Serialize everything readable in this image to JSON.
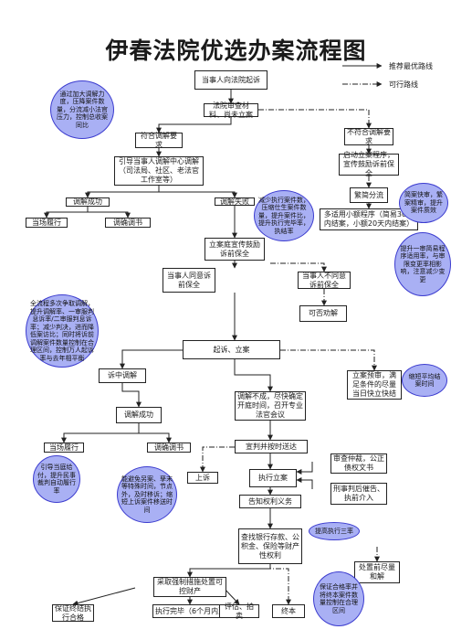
{
  "title": "伊春法院优选办案流程图",
  "legend": {
    "recommended": "推荐最优路线",
    "feasible": "可行路线"
  },
  "nodes": {
    "start": "当事人向法院起诉",
    "review": "法院审查材料、尚未立案",
    "eligible": "符合调解要求",
    "ineligible": "不符合调解要求",
    "guide_mediation": "引导当事人调解中心调解（司法局、社区、老法官工作室等）",
    "start_filing": "启动立案程序，宣传鼓励诉前保全",
    "mediation_success_1": "调解成功",
    "mediation_fail_1": "调解失败",
    "simple_split": "繁简分流",
    "small_claims": "多适用小额程序（简易30天内结案，小额20天内结案）",
    "on_site_1": "当场履行",
    "issue_doc_1": "调确调书",
    "file_promote": "立案庭宣传鼓励诉前保全",
    "party_agree": "当事人同意诉前保全",
    "party_disagree": "当事人不同意诉前保全",
    "may_persuade": "可否劝解",
    "sue_file": "起诉、立案",
    "in_mediation": "诉中调解",
    "file_warn": "立案预审，满足条件的尽量当日快立快结",
    "mediation_success_2": "调解成功",
    "mediation_fail_2": "调解不成，尽快确定开庭时间，召开专业法官会议",
    "on_site_2": "当场履行",
    "issue_doc_2": "调确调书",
    "deliver": "宣判并按时送达",
    "appeal": "上诉",
    "review_enforce": "审查仲裁，公正债权文书",
    "enforce_file": "执行立案",
    "criminal_fine": "刑事判后催告、执前介入",
    "notice_duty": "告知权利义务",
    "search_assets": "查找银行存款、公积金、保险等财产性权利",
    "compulsory": "采取强制措施处置可控财产",
    "dispose": "处置前尽量和解",
    "guarantee": "保证终结执行合格",
    "done_6m": "执行完毕（6个月内）",
    "evaluate": "评估、拍卖",
    "terminate": "终本"
  },
  "notes": {
    "n1": "通过加大调解力度，压降案件数量，分流减小法官压力，控制总收案同比",
    "n2": "简案快审，繁案精审，提升案件质效",
    "n3": "减少执行案件数，压缩仕生案件数量，提升案件比，提升执行完毕率，执结率",
    "n4": "提升一审简易程序适用率，与审限变更率相影响，注意减少变更",
    "n5": "全流程多次争取调解，提升调解率、一审服判息诉率/二审服判息诉率；减少判决，进而降低案访比；同时将诉前调解案件数量控制在合理区间，控制万人起诉率与去年相平衡",
    "n6": "缩短平均结案时间",
    "n7": "引导当庭给付，提升民事裁判自动履行率",
    "n8": "能避免另案、孳末等特殊时间，节点外，及时移诉；缩短上诉案件移送时间",
    "n9": "提高执行三率",
    "n10": "保证合格率并将终本案件数量控制在合理区间"
  },
  "colors": {
    "note_fill": "#a9b0f4",
    "note_border": "#3c3ccf",
    "line": "#222222"
  }
}
